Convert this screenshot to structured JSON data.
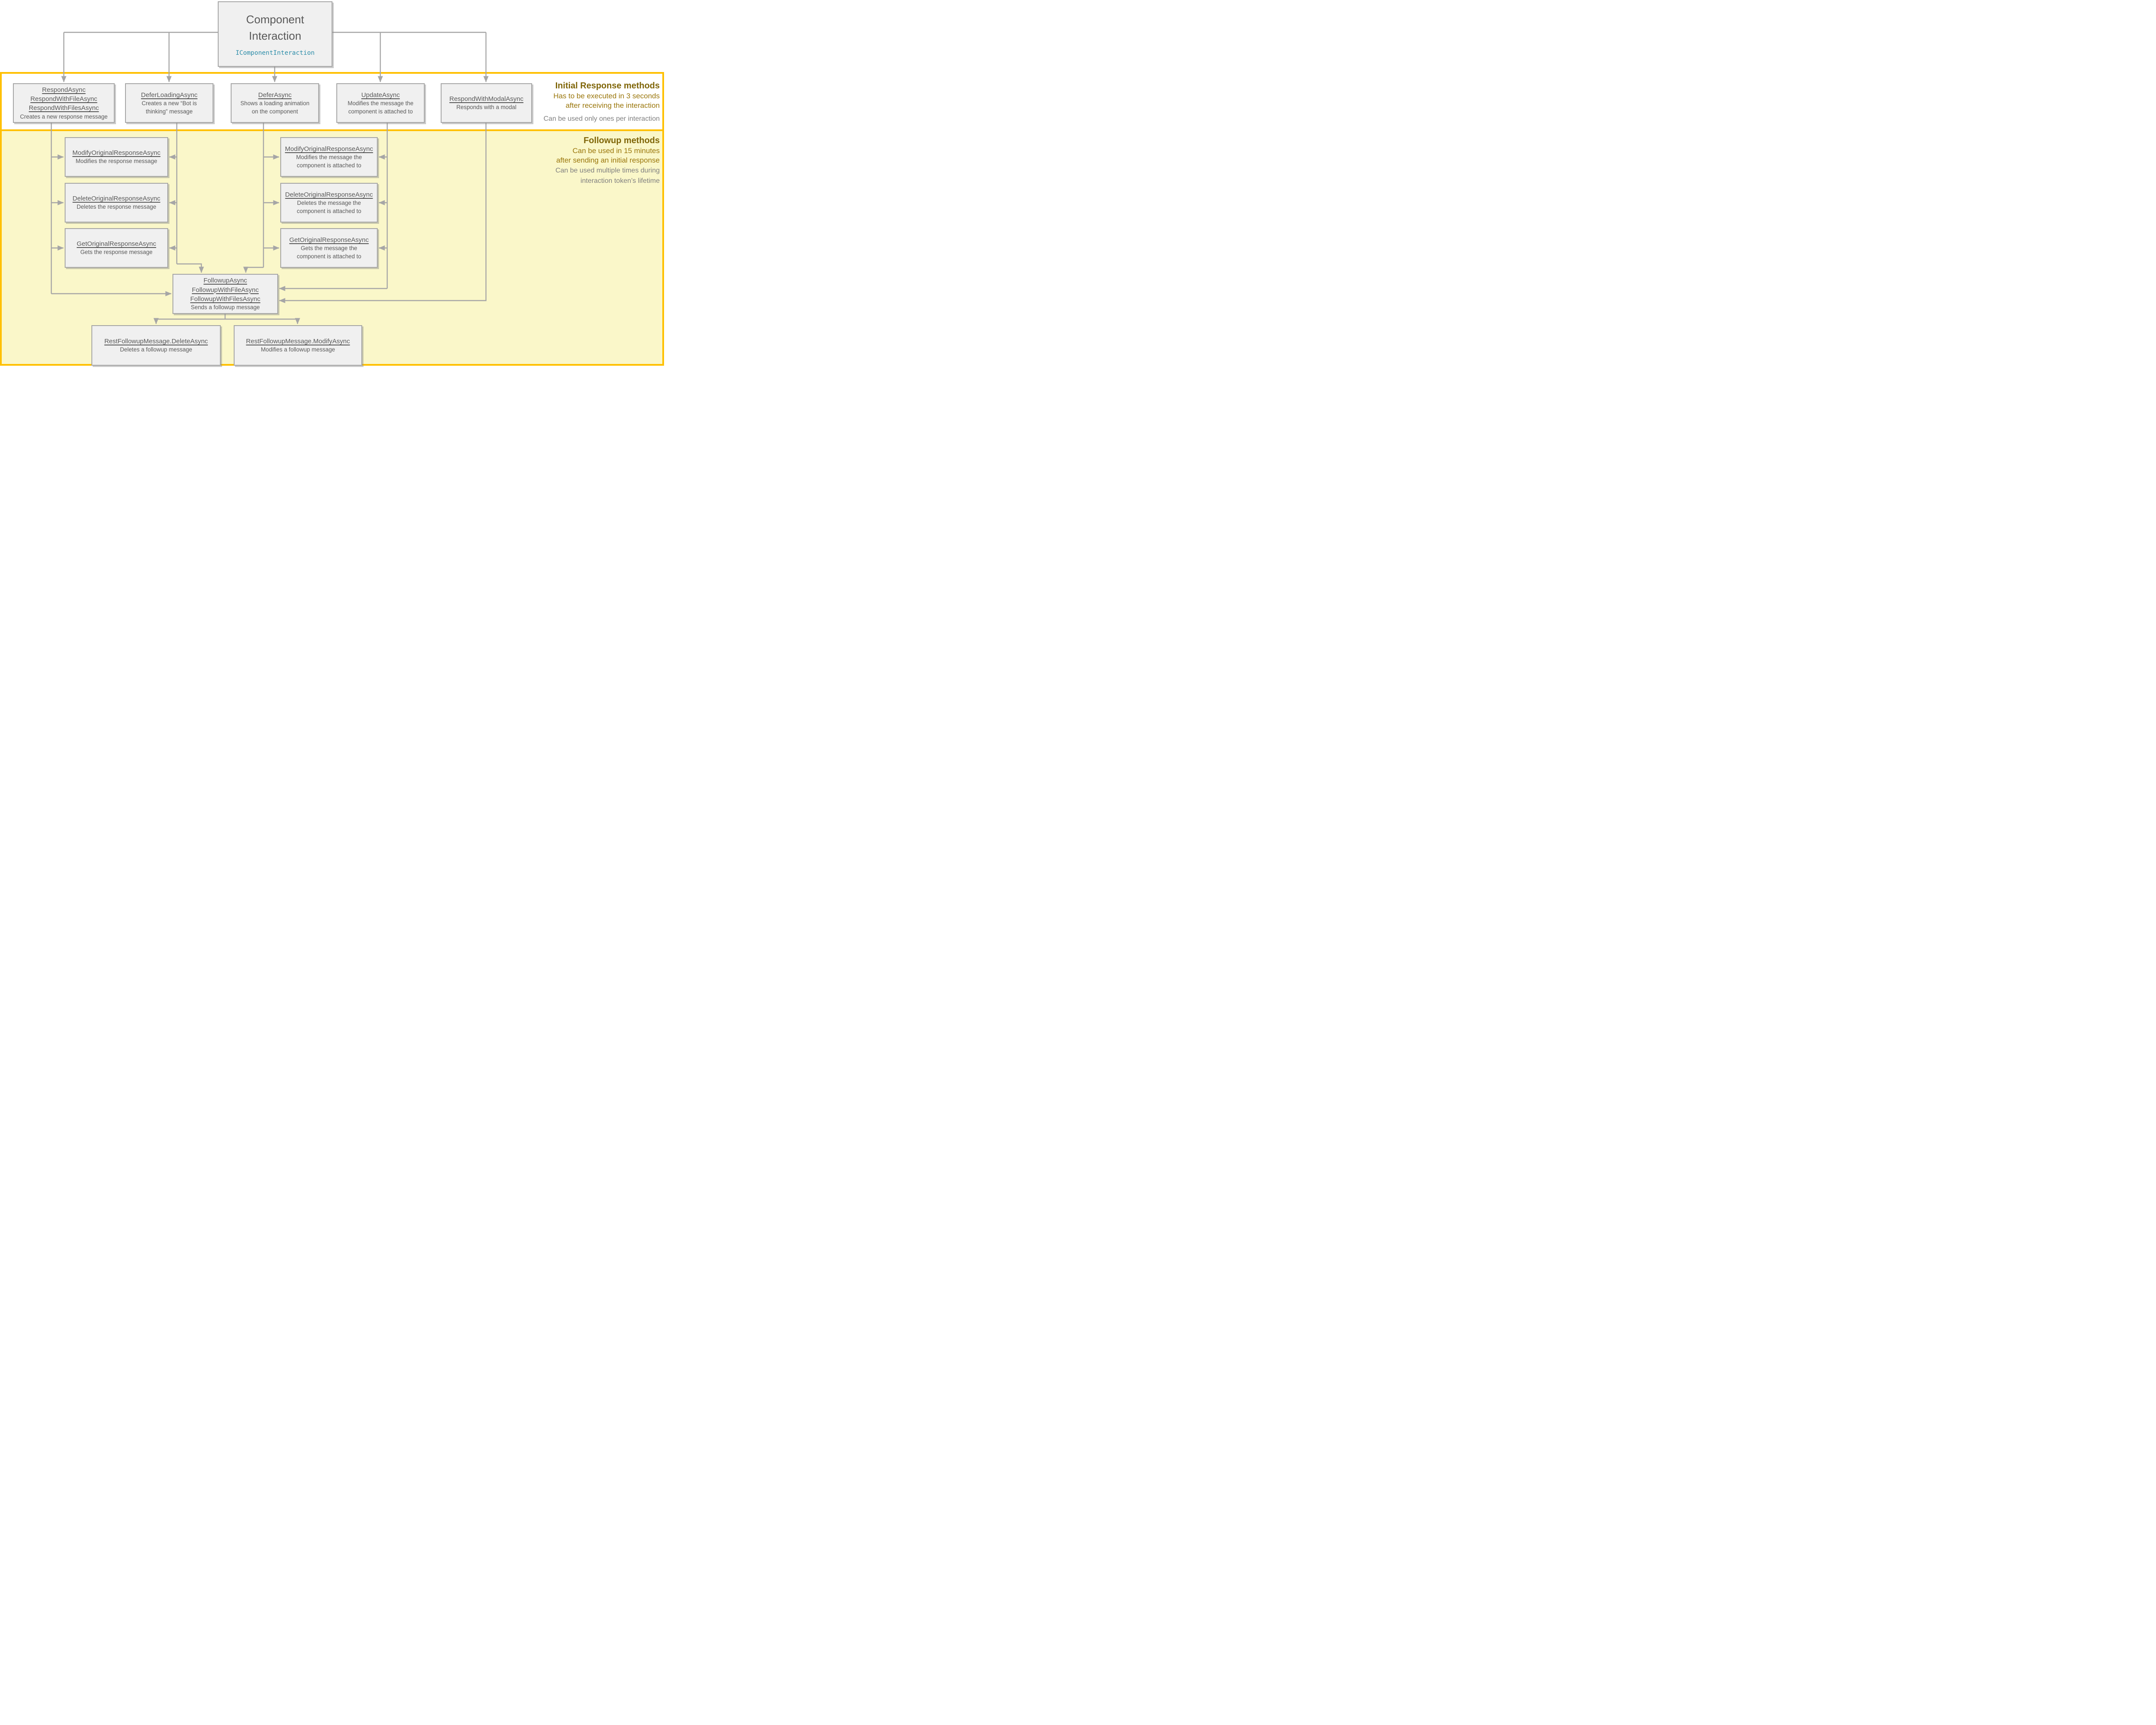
{
  "root_box": {
    "title": [
      "Component",
      "Interaction"
    ],
    "code": "IComponentInteraction"
  },
  "sections": {
    "initial": {
      "heading": "Initial Response methods",
      "line1": "Has to be executed in 3 seconds",
      "line2": "after receiving the interaction",
      "note": "Can be used only ones per interaction"
    },
    "followup": {
      "heading": "Followup methods",
      "line1": "Can be used in 15 minutes",
      "line2": "after sending an initial response",
      "note1": "Can be used multiple times during",
      "note2": "interaction token’s lifetime"
    }
  },
  "initial_boxes": [
    {
      "methods": [
        "RespondAsync",
        "RespondWithFileAsync",
        "RespondWithFilesAsync"
      ],
      "desc": [
        "Creates a new response message"
      ]
    },
    {
      "methods": [
        "DeferLoadingAsync"
      ],
      "desc": [
        "Creates a new “Bot is",
        "thinking” message"
      ]
    },
    {
      "methods": [
        "DeferAsync"
      ],
      "desc": [
        "Shows a loading animation",
        "on the component"
      ]
    },
    {
      "methods": [
        "UpdateAsync"
      ],
      "desc": [
        "Modifies the message the",
        "component is attached to"
      ]
    },
    {
      "methods": [
        "RespondWithModalAsync"
      ],
      "desc": [
        "Responds with a modal"
      ]
    }
  ],
  "left_boxes": [
    {
      "methods": [
        "ModifyOriginalResponseAsync"
      ],
      "desc": [
        "Modifies the response message"
      ]
    },
    {
      "methods": [
        "DeleteOriginalResponseAsync"
      ],
      "desc": [
        "Deletes the response message"
      ]
    },
    {
      "methods": [
        "GetOriginalResponseAsync"
      ],
      "desc": [
        "Gets the response message"
      ]
    }
  ],
  "mid_boxes": [
    {
      "methods": [
        "ModifyOriginalResponseAsync"
      ],
      "desc": [
        "Modifies the message the",
        "component is attached to"
      ]
    },
    {
      "methods": [
        "DeleteOriginalResponseAsync"
      ],
      "desc": [
        "Deletes the message the",
        "component is attached to"
      ]
    },
    {
      "methods": [
        "GetOriginalResponseAsync"
      ],
      "desc": [
        "Gets  the message the",
        "component is attached to"
      ]
    }
  ],
  "followup_box": {
    "methods": [
      "FollowupAsync",
      "FollowupWithFileAsync",
      "FollowupWithFilesAsync"
    ],
    "desc": [
      "Sends a followup message"
    ]
  },
  "rest_boxes": [
    {
      "methods": [
        "RestFollowupMessage.DeleteAsync"
      ],
      "desc": [
        "Deletes a followup message"
      ]
    },
    {
      "methods": [
        "RestFollowupMessage.ModifyAsync"
      ],
      "desc": [
        "Modifies a followup message"
      ]
    }
  ],
  "colors": {
    "band_border": "#FFC000",
    "followup_band_bg": "#FAF7C9",
    "node_bg": "#F0F0F0",
    "node_border": "#A6A6A6",
    "node_text": "#595959",
    "code_text": "#2B8CA8",
    "heading_gold": "#7F6508",
    "body_gold": "#9A760B",
    "note_gray": "#7F7F7F",
    "connector": "#A6A6A6"
  }
}
